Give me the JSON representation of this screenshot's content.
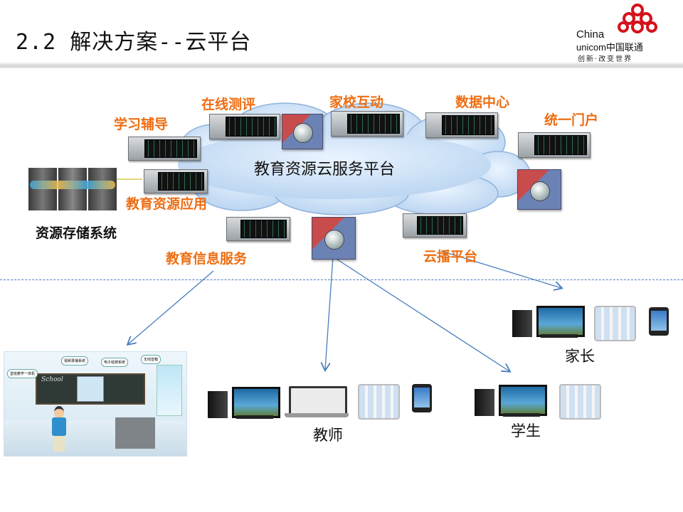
{
  "slide": {
    "title": "2.2 解决方案--云平台"
  },
  "logo": {
    "brand_line1": "China",
    "brand_line2": "unicom中国联通",
    "slogan": "创新·改变世界",
    "color": "#d4121c"
  },
  "diagram": {
    "cloud_title": "教育资源云服务平台",
    "nodes": {
      "tutoring": "学习辅导",
      "online_eval": "在线测评",
      "home_school": "家校互动",
      "data_center": "数据中心",
      "unified_portal": "统一门户",
      "edu_resource_app": "教育资源应用",
      "storage": "资源存储系统",
      "edu_info": "教育信息服务",
      "cloud_broadcast": "云播平台"
    },
    "users": {
      "parent": "家长",
      "teacher": "教师",
      "student": "学生"
    }
  },
  "classroom": {
    "chalkboard_text": "School",
    "bubbles": [
      "堂班教学一体机",
      "视频录播系统",
      "电子班牌系统",
      "无线音箱"
    ]
  },
  "colors": {
    "label_orange": "#ee6d12",
    "arrow_blue": "#4a7fbf",
    "cloud_fill": "#c4dcf5"
  }
}
